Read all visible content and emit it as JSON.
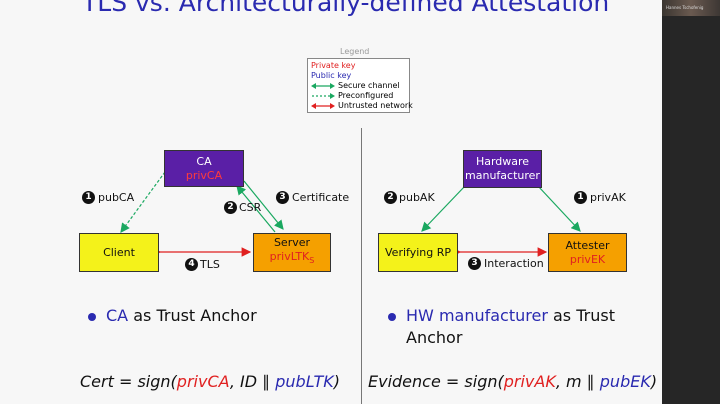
{
  "slide": {
    "title": "TLS vs. Architecturally-defined Attestation"
  },
  "webcam": {
    "name_tag": "Hannes Tschofenig"
  },
  "legend": {
    "title": "Legend",
    "private_key": "Private key",
    "public_key": "Public key",
    "secure_channel": "Secure channel",
    "preconfigured": "Preconfigured",
    "untrusted_network": "Untrusted network"
  },
  "left": {
    "ca_label": "CA",
    "ca_key": "privCA",
    "client_label": "Client",
    "server_label": "Server",
    "server_key": "privLTK",
    "server_key_sub": "S",
    "step1_num": "1",
    "step1_text": "pubCA",
    "step2_num": "2",
    "step2_text": "CSR",
    "step3_num": "3",
    "step3_text": "Certificate",
    "step4_num": "4",
    "step4_text": "TLS",
    "bullet_highlight": "CA",
    "bullet_rest": "as Trust Anchor",
    "formula_lhs": "Cert",
    "formula_eq": "=",
    "formula_fn": "sign(",
    "formula_k1": "privCA",
    "formula_mid": ", ID ∥ ",
    "formula_k2": "pubLTK",
    "formula_end": ")"
  },
  "right": {
    "hw_label_1": "Hardware",
    "hw_label_2": "manufacturer",
    "vrp_label": "Verifying RP",
    "attester_label": "Attester",
    "attester_key": "privEK",
    "step1_num": "1",
    "step1_text": "privAK",
    "step2_num": "2",
    "step2_text": "pubAK",
    "step3_num": "3",
    "step3_text": "Interaction",
    "bullet_highlight": "HW manufacturer",
    "bullet_rest_1": "as Trust",
    "bullet_rest_2": "Anchor",
    "formula_lhs": "Evidence",
    "formula_eq": "=",
    "formula_fn": "sign(",
    "formula_k1": "privAK",
    "formula_mid": ", m ∥ ",
    "formula_k2": "pubEK",
    "formula_end": ")"
  },
  "colors": {
    "title_blue": "#2a2ab0",
    "private_red": "#e02020",
    "public_blue": "#2a2ab0",
    "secure_green": "#1aa860",
    "untrusted_red": "#e02020",
    "purple_box": "#5a1fa6",
    "yellow_box": "#f4f21a",
    "orange_box": "#f5a000"
  }
}
